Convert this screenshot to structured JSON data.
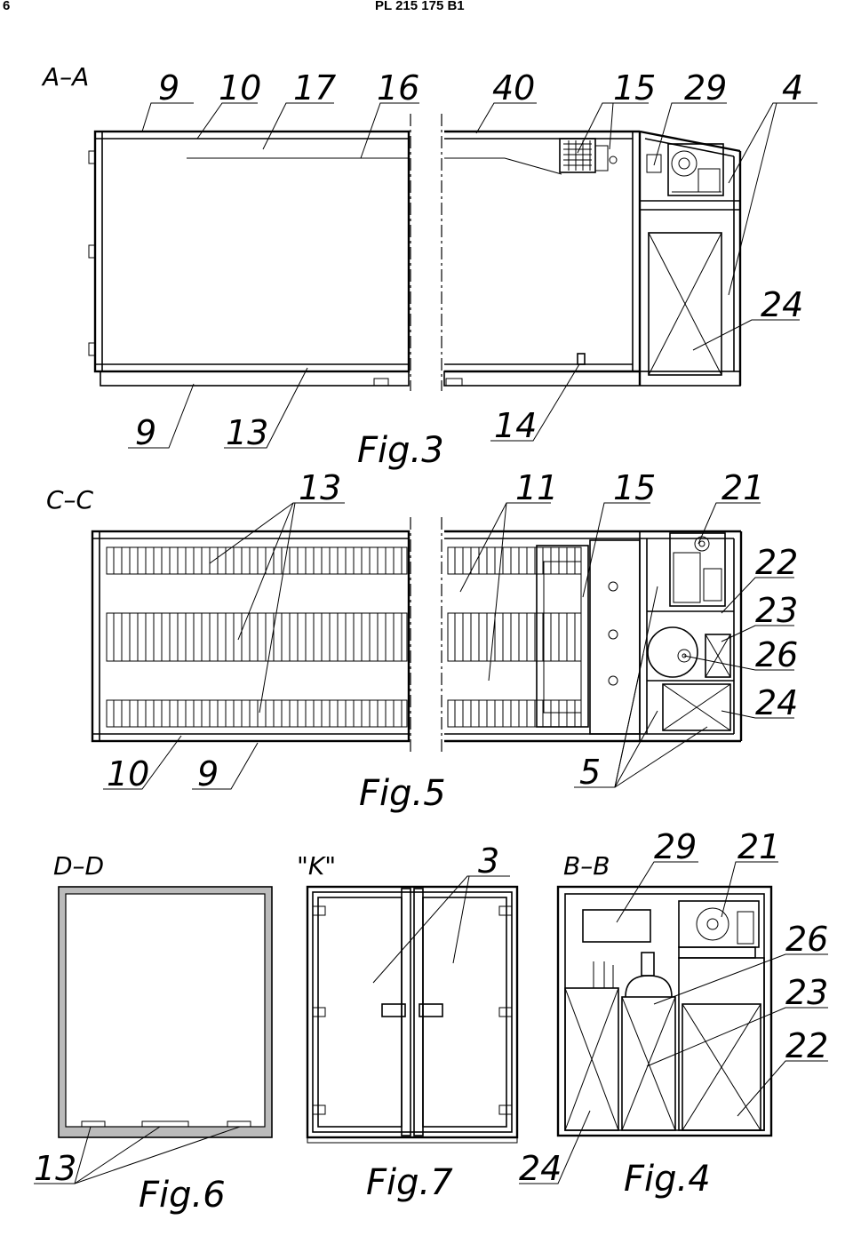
{
  "header": {
    "page_number": "6",
    "publication": "PL 215 175 B1"
  },
  "figures": {
    "fig3": {
      "caption": "Fig.3",
      "section": "A–A",
      "labels": [
        "9",
        "10",
        "17",
        "16",
        "40",
        "15",
        "29",
        "4",
        "24",
        "9",
        "13",
        "14"
      ]
    },
    "fig5": {
      "caption": "Fig.5",
      "section": "C–C",
      "labels": [
        "13",
        "11",
        "15",
        "21",
        "22",
        "23",
        "26",
        "24",
        "10",
        "9",
        "5"
      ]
    },
    "fig6": {
      "caption": "Fig.6",
      "section": "D–D",
      "labels": [
        "13"
      ]
    },
    "fig7": {
      "caption": "Fig.7",
      "section": "\"K\"",
      "labels": [
        "3"
      ]
    },
    "fig4": {
      "caption": "Fig.4",
      "section": "B–B",
      "labels": [
        "29",
        "21",
        "26",
        "23",
        "22",
        "24"
      ]
    }
  }
}
